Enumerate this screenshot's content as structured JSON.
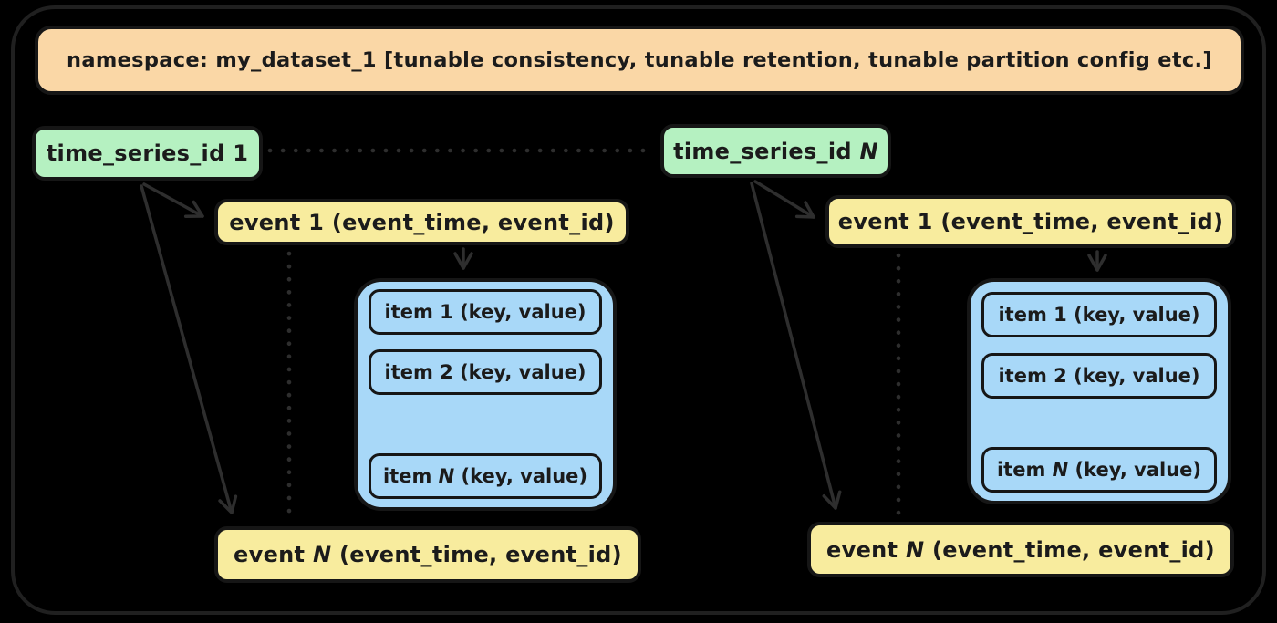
{
  "colors": {
    "background": "#000000",
    "frame_stroke": "#202020",
    "shape_stroke": "#161616",
    "connector": "#2e2e2e",
    "text": "#1b1b1b",
    "banner_fill": "#fad7a6",
    "green_fill": "#b5f1c1",
    "yellow_fill": "#f8ec9e",
    "blue_fill": "#a8d8f8"
  },
  "banner": {
    "label": [
      {
        "t": "namespace: my_dataset_1 [tunable consistency, tunable retention, tunable partition config etc.]"
      }
    ]
  },
  "left_tree": {
    "time_series_label": [
      {
        "t": "time_series_id 1"
      }
    ],
    "event_first_label": [
      {
        "t": "event 1 (event_time, event_id)"
      }
    ],
    "event_last_label": [
      {
        "t": "event "
      },
      {
        "t": "N",
        "i": true
      },
      {
        "t": " (event_time, event_id)"
      }
    ],
    "items": {
      "first": [
        {
          "t": "item 1 (key, value)"
        }
      ],
      "second": [
        {
          "t": "item 2 (key, value)"
        }
      ],
      "last": [
        {
          "t": "item "
        },
        {
          "t": "N",
          "i": true
        },
        {
          "t": " (key, value)"
        }
      ]
    }
  },
  "right_tree": {
    "time_series_label": [
      {
        "t": "time_series_id "
      },
      {
        "t": "N",
        "i": true
      }
    ],
    "event_first_label": [
      {
        "t": "event 1 (event_time, event_id)"
      }
    ],
    "event_last_label": [
      {
        "t": "event "
      },
      {
        "t": "N",
        "i": true
      },
      {
        "t": " (event_time, event_id)"
      }
    ],
    "items": {
      "first": [
        {
          "t": "item 1 (key, value)"
        }
      ],
      "second": [
        {
          "t": "item 2 (key, value)"
        }
      ],
      "last": [
        {
          "t": "item "
        },
        {
          "t": "N",
          "i": true
        },
        {
          "t": " (key, value)"
        }
      ]
    }
  }
}
